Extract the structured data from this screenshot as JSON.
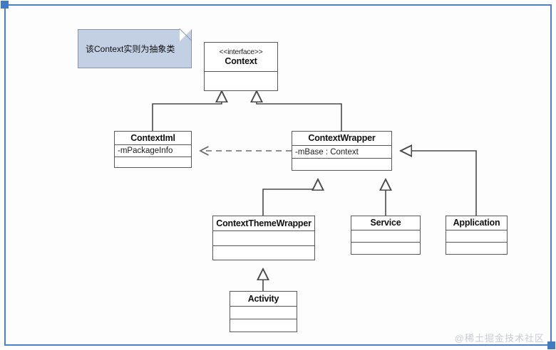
{
  "diagram": {
    "title": "Android Context UML class diagram",
    "colors": {
      "frame": "#4a80c4",
      "note_fill": "#c3d0e4",
      "note_border": "#8a93a6",
      "box_border": "#595959",
      "box_fill": "#ffffff",
      "watermark": "#c9cdd4"
    },
    "note": {
      "text": "该Context实则为抽象类"
    },
    "classes": [
      {
        "id": "context",
        "stereotype": "<<interface>>",
        "name": "Context",
        "attributes": [],
        "compartments": 1
      },
      {
        "id": "context-iml",
        "stereotype": "",
        "name": "ContextIml",
        "attributes": [
          "-mPackageInfo"
        ],
        "compartments": 1
      },
      {
        "id": "context-wrapper",
        "stereotype": "",
        "name": "ContextWrapper",
        "attributes": [
          "-mBase : Context"
        ],
        "compartments": 1
      },
      {
        "id": "context-theme-wrapper",
        "stereotype": "",
        "name": "ContextThemeWrapper",
        "attributes": [],
        "compartments": 2
      },
      {
        "id": "service",
        "stereotype": "",
        "name": "Service",
        "attributes": [],
        "compartments": 2
      },
      {
        "id": "application",
        "stereotype": "",
        "name": "Application",
        "attributes": [],
        "compartments": 2
      },
      {
        "id": "activity",
        "stereotype": "",
        "name": "Activity",
        "attributes": [],
        "compartments": 2
      }
    ],
    "relationships": [
      {
        "from": "ContextIml",
        "to": "Context",
        "type": "generalization"
      },
      {
        "from": "ContextWrapper",
        "to": "Context",
        "type": "generalization"
      },
      {
        "from": "ContextThemeWrapper",
        "to": "ContextWrapper",
        "type": "generalization"
      },
      {
        "from": "Service",
        "to": "ContextWrapper",
        "type": "generalization"
      },
      {
        "from": "Application",
        "to": "ContextWrapper",
        "type": "generalization"
      },
      {
        "from": "Activity",
        "to": "ContextThemeWrapper",
        "type": "generalization"
      },
      {
        "from": "ContextWrapper",
        "to": "ContextIml",
        "type": "dependency"
      }
    ],
    "watermark": "@稀土掘金技术社区"
  }
}
